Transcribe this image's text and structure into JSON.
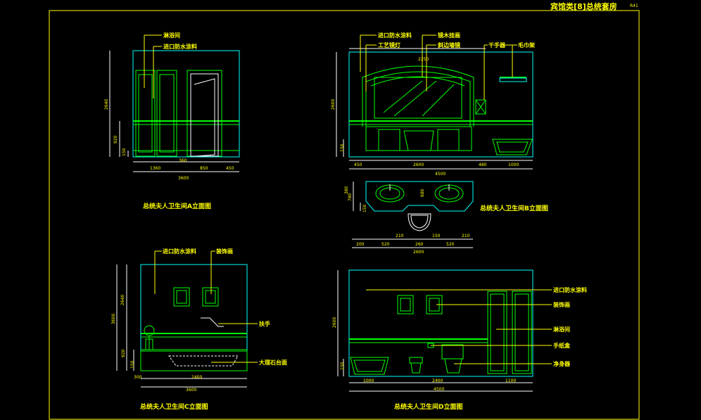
{
  "title": {
    "main": "宾馆类[8]总统套房",
    "code": "R41"
  },
  "views": {
    "a": {
      "caption": "总统夫人卫生间A立面图",
      "labels": [
        "淋浴间",
        "进口防水涂料"
      ],
      "dims_h": [
        "1360",
        "360",
        "850",
        "450"
      ],
      "dim_total": "3600",
      "dims_v": [
        "2640",
        "920",
        "150"
      ]
    },
    "b": {
      "caption": "总统夫人卫生间B立面图",
      "labels": [
        "进口防水涂料",
        "工艺镜灯",
        "镜木挂画",
        "斜边墙镜",
        "干手器",
        "毛巾架"
      ],
      "dims_h": [
        "450",
        "2600",
        "480",
        "1000"
      ],
      "dim_total": "4500",
      "dims_v": [
        "2600",
        "150"
      ],
      "top_dim": "2250",
      "plan_dims_h": [
        "200",
        "520",
        "210",
        "260",
        "150",
        "520",
        "210"
      ],
      "plan_total": "2600",
      "plan_dims_v": [
        "780",
        "380",
        "150"
      ],
      "plan_mid": "680"
    },
    "c": {
      "caption": "总统夫人卫生间C立面图",
      "labels": [
        "进口防水涂料",
        "装饰画",
        "扶手",
        "大理石台面"
      ],
      "dims_h": [
        "300",
        "2400"
      ],
      "dim_total": "3600",
      "dims_v": [
        "2640",
        "3600",
        "920",
        "150"
      ]
    },
    "d": {
      "caption": "总统夫人卫生间D立面图",
      "labels": [
        "进口防水涂料",
        "装饰画",
        "淋浴间",
        "手纸盒",
        "净身器"
      ],
      "dims_h": [
        "1000",
        "2400",
        "1100"
      ],
      "dim_total": "4500",
      "dims_v": [
        "2600",
        "150"
      ]
    }
  }
}
